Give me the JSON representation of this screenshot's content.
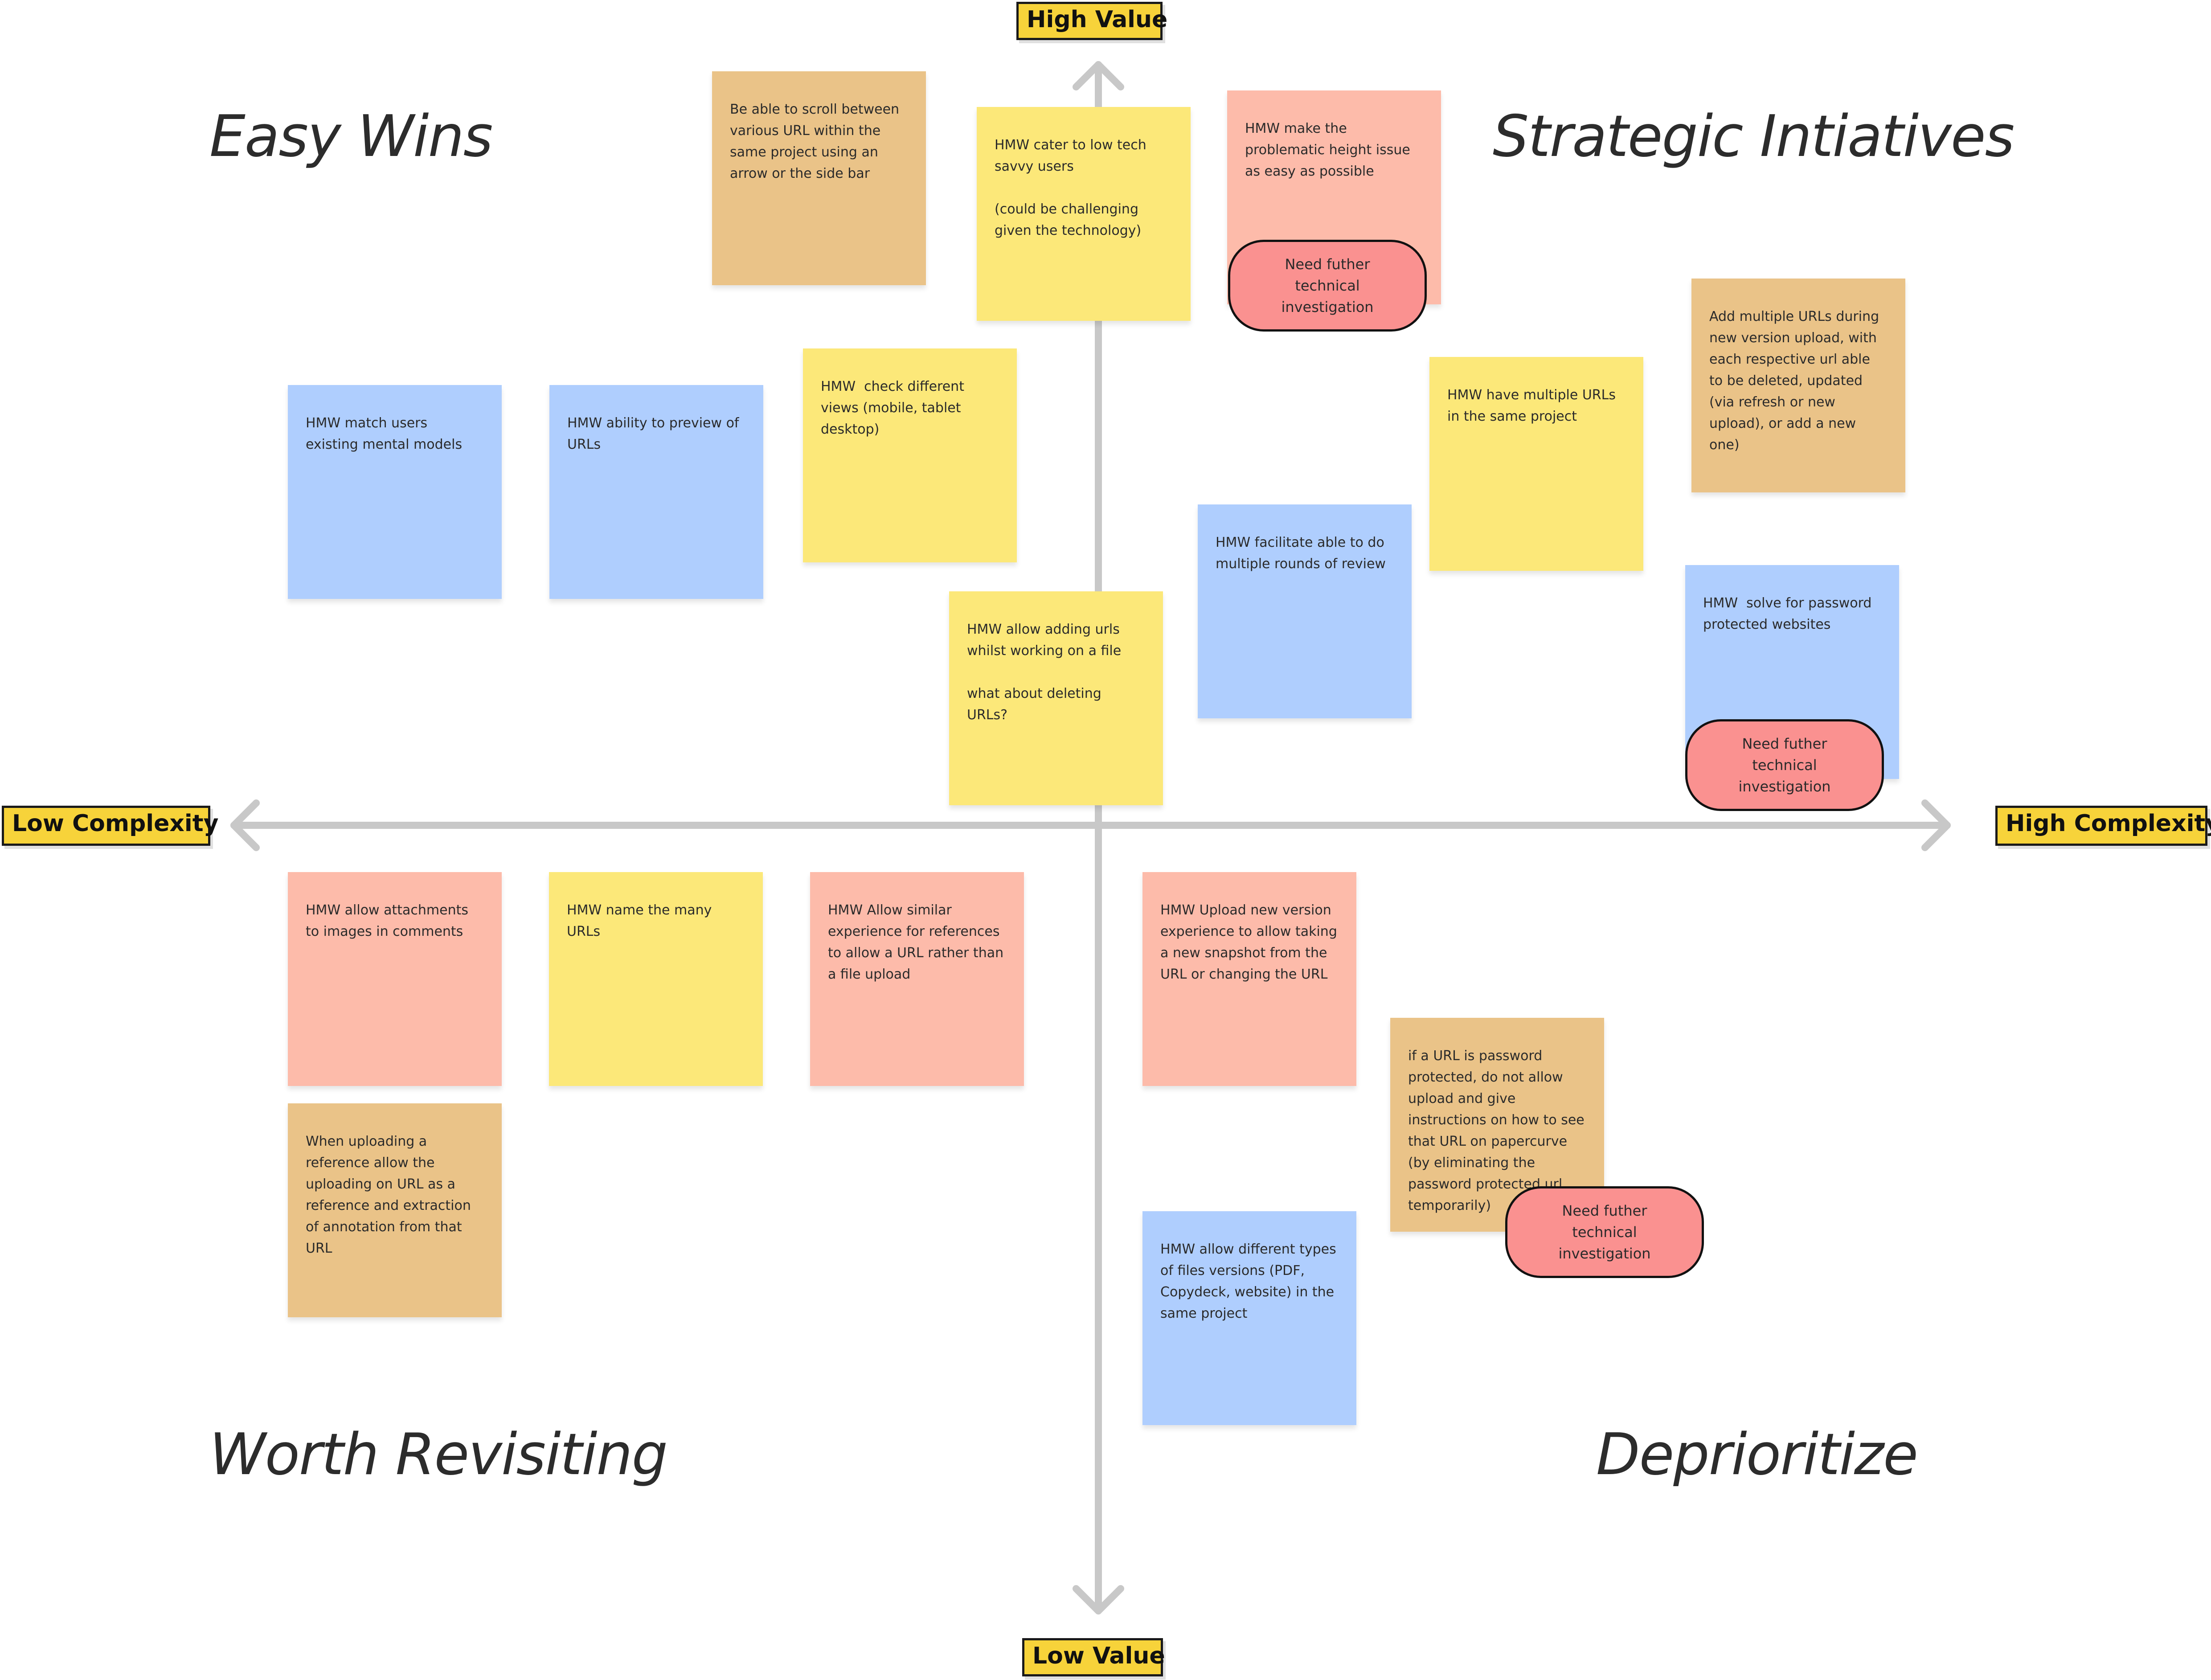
{
  "axes": {
    "top": "High Value",
    "bottom": "Low Value",
    "left": "Low Complexity",
    "right": "High Complexity"
  },
  "quadrants": {
    "top_left": "Easy Wins",
    "top_right": "Strategic Intiatives",
    "bottom_left": "Worth Revisiting",
    "bottom_right": "Deprioritize"
  },
  "colors": {
    "yellow": "#fce879",
    "blue": "#afcefe",
    "salmon": "#fdbbaa",
    "tan": "#eac388",
    "pill": "#fa9190",
    "label": "#f7d33a",
    "axis": "#c8c8c8"
  },
  "notes": [
    "Be able to scroll between various URL within the same project using an arrow or the side bar",
    "HMW cater to low tech savvy users\n\n(could be challenging given the technology)",
    "HMW make the problematic height issue as easy as possible",
    "Add multiple URLs during new version upload, with each respective url able to be deleted, updated (via refresh or new upload), or add a new one)",
    "HMW match users existing mental models",
    "HMW ability to preview of URLs",
    "HMW  check different views (mobile, tablet desktop)",
    "HMW have multiple URLs in the same project",
    "HMW facilitate able to do multiple rounds of review",
    "HMW allow adding urls whilst working on a file\n\nwhat about deleting URLs?",
    "HMW  solve for password protected websites",
    "HMW allow attachments to images in comments",
    "HMW name the many URLs",
    "HMW Allow similar experience for references to allow a URL rather than a file upload",
    "HMW Upload new version experience to allow taking a new snapshot from the URL or changing the URL",
    "When uploading a reference allow the uploading on URL as a reference and extraction of annotation from that URL",
    "if a URL is password protected, do not allow upload and give instructions on how to see that URL on papercurve (by eliminating the password protected url temporarily)",
    "HMW allow different types of files versions (PDF, Copydeck, website) in the same project"
  ],
  "pills": [
    "Need futher technical investigation",
    "Need futher technical investigation",
    "Need futher technical investigation"
  ]
}
